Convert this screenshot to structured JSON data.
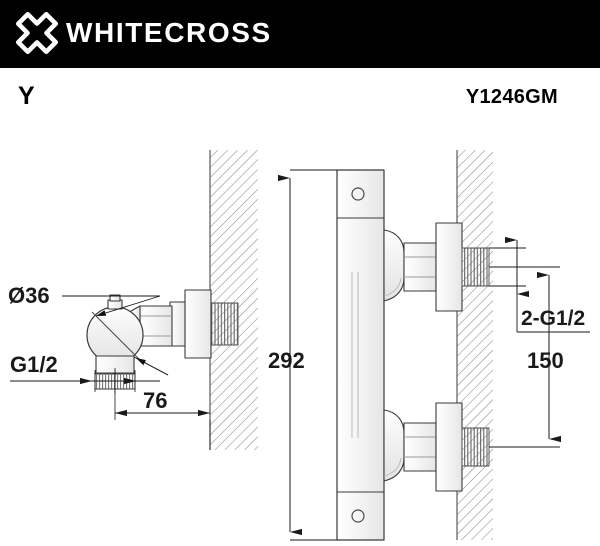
{
  "header": {
    "logo_icon": "whitecross-x-logo-icon",
    "brand": "WHITECROSS",
    "background": "#000000",
    "text_color": "#ffffff"
  },
  "title_row": {
    "series": "Y",
    "product_code": "Y1246GM"
  },
  "drawing": {
    "type": "technical-dimension-drawing",
    "line_color": "#3a3a3a",
    "dimension_color": "#1a1a1a",
    "views": [
      {
        "name": "side-view-detail",
        "position": "left",
        "labels": [
          {
            "name": "diameter-label",
            "text": "Ø36"
          },
          {
            "name": "thread-label",
            "text": "G1/2"
          },
          {
            "name": "projection-dimension",
            "text": "76"
          }
        ]
      },
      {
        "name": "front-view-assembly",
        "position": "right",
        "labels": [
          {
            "name": "height-dimension",
            "text": "292"
          },
          {
            "name": "center-distance-dimension",
            "text": "150"
          },
          {
            "name": "inlet-thread-label",
            "text": "2-G1/2"
          }
        ]
      }
    ],
    "dimensions": {
      "diameter": "Ø36",
      "outlet_thread": "G1/2",
      "projection": "76",
      "overall_height": "292",
      "center_distance": "150",
      "inlet_threads": "2-G1/2"
    }
  }
}
